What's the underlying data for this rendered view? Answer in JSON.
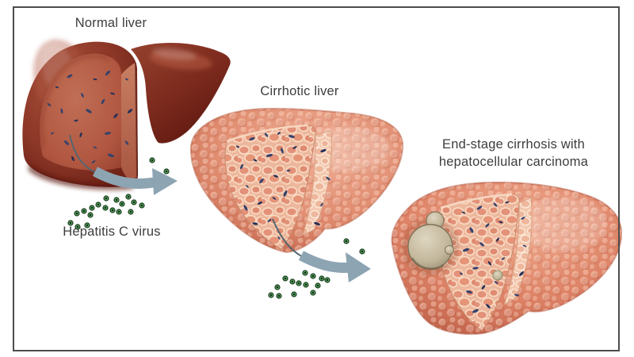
{
  "figure": {
    "kind": "medical-illustration",
    "subject": "Progression of hepatitis C liver disease"
  },
  "stages": [
    {
      "label": "Normal liver"
    },
    {
      "label": "Cirrhotic liver"
    },
    {
      "lines": [
        "End-stage cirrhosis with",
        "hepatocellular carcinoma"
      ]
    }
  ],
  "virus_label": "Hepatitis C virus",
  "colors": {
    "background": "#ffffff",
    "border": "#4d4d4d",
    "text": "#3d3d3d",
    "normal_liver": "#8c3727",
    "normal_cut_surface": "#b15741",
    "cirrhotic_liver": "#e08c70",
    "nodule_surface": "#ecb79c",
    "tumor": "#c3b79b",
    "vessel": "#35426b",
    "arrow": "#8da4b2",
    "virus_ring": "#5aa55e"
  }
}
